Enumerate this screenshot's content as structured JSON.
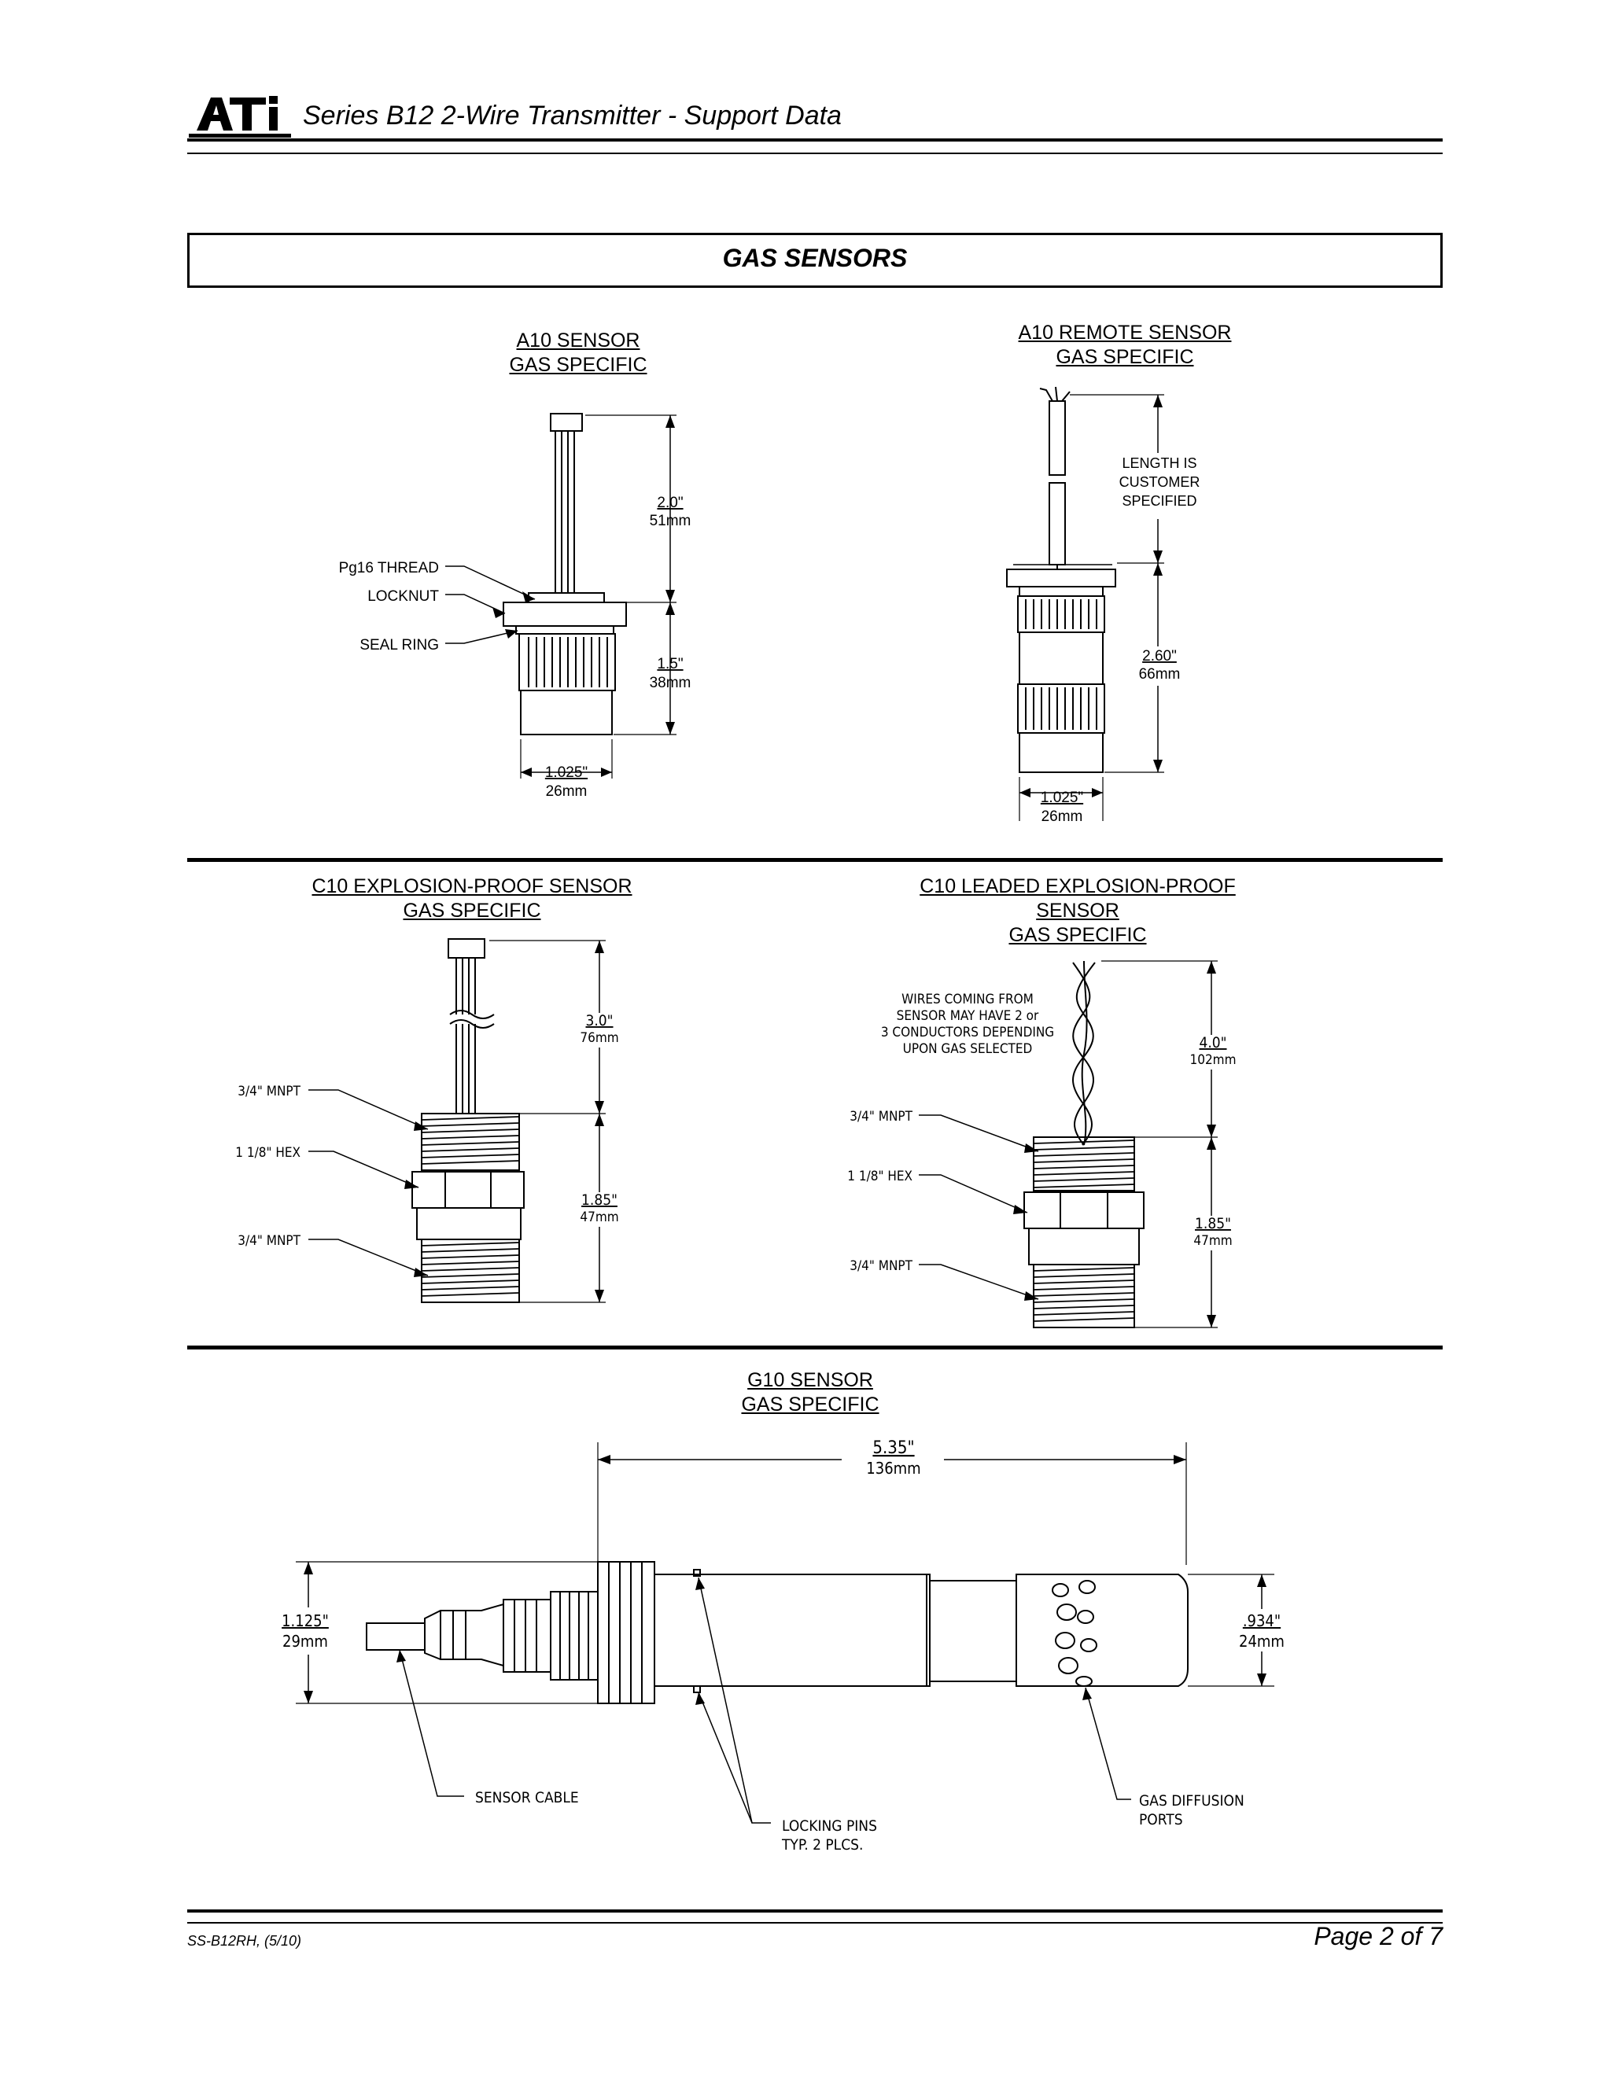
{
  "header": {
    "logo_text": "ATI",
    "title": "Series B12  2-Wire Transmitter  -  Support Data"
  },
  "section": {
    "title": "GAS SENSORS"
  },
  "a10": {
    "title1": "A10 SENSOR",
    "title2": "GAS SPECIFIC",
    "label_thread": "Pg16 THREAD",
    "label_locknut": "LOCKNUT",
    "label_seal": "SEAL RING",
    "dim_top_in": "2.0\"",
    "dim_top_mm": "51mm",
    "dim_bottom_in": "1.5\"",
    "dim_bottom_mm": "38mm",
    "dim_width_in": "1.025\"",
    "dim_width_mm": "26mm"
  },
  "a10_remote": {
    "title1": "A10 REMOTE SENSOR",
    "title2": "GAS SPECIFIC",
    "length_note_1": "LENGTH IS",
    "length_note_2": "CUSTOMER",
    "length_note_3": "SPECIFIED",
    "dim_body_in": "2.60\"",
    "dim_body_mm": "66mm",
    "dim_width_in": "1.025\"",
    "dim_width_mm": "26mm"
  },
  "c10": {
    "title1": "C10 EXPLOSION-PROOF SENSOR",
    "title2": "GAS SPECIFIC",
    "label_mnpt_top": "3/4\" MNPT",
    "label_hex": "1 1/8\" HEX",
    "label_mnpt_bottom": "3/4\" MNPT",
    "dim_top_in": "3.0\"",
    "dim_top_mm": "76mm",
    "dim_bottom_in": "1.85\"",
    "dim_bottom_mm": "47mm"
  },
  "c10_leaded": {
    "title1": "C10 LEADED EXPLOSION-PROOF",
    "title2": "SENSOR",
    "title3": "GAS SPECIFIC",
    "wires_note_1": "WIRES COMING FROM",
    "wires_note_2": "SENSOR MAY HAVE 2 or",
    "wires_note_3": "3 CONDUCTORS DEPENDING",
    "wires_note_4": "UPON GAS SELECTED",
    "label_mnpt_top": "3/4\" MNPT",
    "label_hex": "1 1/8\" HEX",
    "label_mnpt_bottom": "3/4\" MNPT",
    "dim_top_in": "4.0\"",
    "dim_top_mm": "102mm",
    "dim_bottom_in": "1.85\"",
    "dim_bottom_mm": "47mm"
  },
  "g10": {
    "title1": "G10 SENSOR",
    "title2": "GAS SPECIFIC",
    "dim_length_in": "5.35\"",
    "dim_length_mm": "136mm",
    "dim_left_in": "1.125\"",
    "dim_left_mm": "29mm",
    "dim_right_in": ".934\"",
    "dim_right_mm": "24mm",
    "label_cable": "SENSOR CABLE",
    "label_pins_1": "LOCKING PINS",
    "label_pins_2": "TYP. 2 PLCS.",
    "label_ports_1": "GAS DIFFUSION",
    "label_ports_2": "PORTS"
  },
  "footer": {
    "doc_code": "SS-B12RH, (5/10)",
    "page": "Page 2 of 7"
  }
}
